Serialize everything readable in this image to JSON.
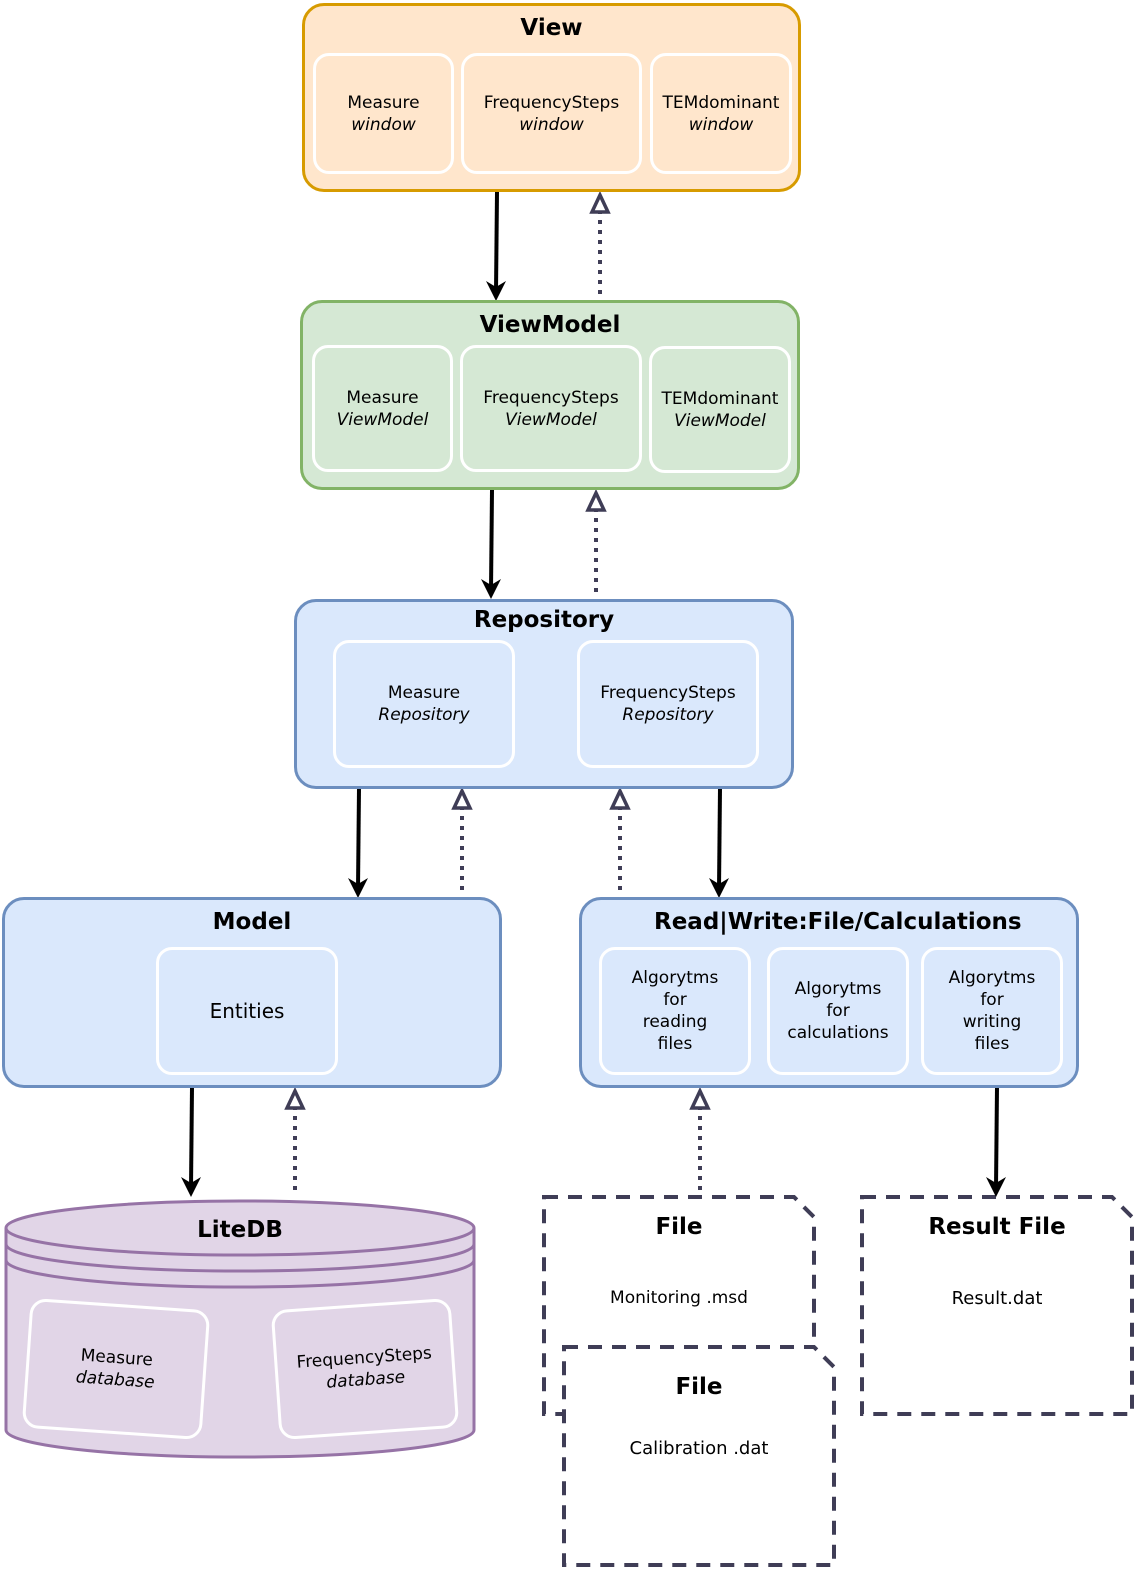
{
  "colors": {
    "view_fill": "#ffe6cc",
    "view_border": "#d79b00",
    "viewmodel_fill": "#d5e8d4",
    "viewmodel_border": "#82b366",
    "blue_fill": "#dae8fc",
    "blue_border": "#6c8ebf",
    "db_fill": "#e1d5e7",
    "db_border": "#9673a6",
    "dashed": "#3f3d56",
    "arrow": "#000000"
  },
  "view": {
    "title": "View",
    "cards": [
      {
        "name": "Measure",
        "sub": "window"
      },
      {
        "name": "FrequencySteps",
        "sub": "window"
      },
      {
        "name": "TEMdominant",
        "sub": "window"
      }
    ]
  },
  "viewmodel": {
    "title": "ViewModel",
    "cards": [
      {
        "name": "Measure",
        "sub": "ViewModel"
      },
      {
        "name": "FrequencySteps",
        "sub": "ViewModel"
      },
      {
        "name": "TEMdominant",
        "sub": "ViewModel"
      }
    ]
  },
  "repository": {
    "title": "Repository",
    "cards": [
      {
        "name": "Measure",
        "sub": "Repository"
      },
      {
        "name": "FrequencySteps",
        "sub": "Repository"
      }
    ]
  },
  "model": {
    "title": "Model",
    "cards": [
      {
        "name": "Entities"
      }
    ]
  },
  "rw": {
    "title": "Read|Write:File/Calculations",
    "cards": [
      {
        "lines": [
          "Algorytms",
          "for",
          "reading",
          "files"
        ]
      },
      {
        "lines": [
          "Algorytms",
          "for",
          "calculations"
        ]
      },
      {
        "lines": [
          "Algorytms",
          "for",
          "writing",
          "files"
        ]
      }
    ]
  },
  "litedb": {
    "title": "LiteDB",
    "cards": [
      {
        "name": "Measure",
        "sub": "database"
      },
      {
        "name": "FrequencySteps",
        "sub": "database"
      }
    ]
  },
  "files": {
    "monitoring": {
      "title": "File",
      "filename": "Monitoring .msd"
    },
    "calibration": {
      "title": "File",
      "filename": "Calibration .dat"
    },
    "result": {
      "title": "Result File",
      "filename": "Result.dat"
    }
  }
}
